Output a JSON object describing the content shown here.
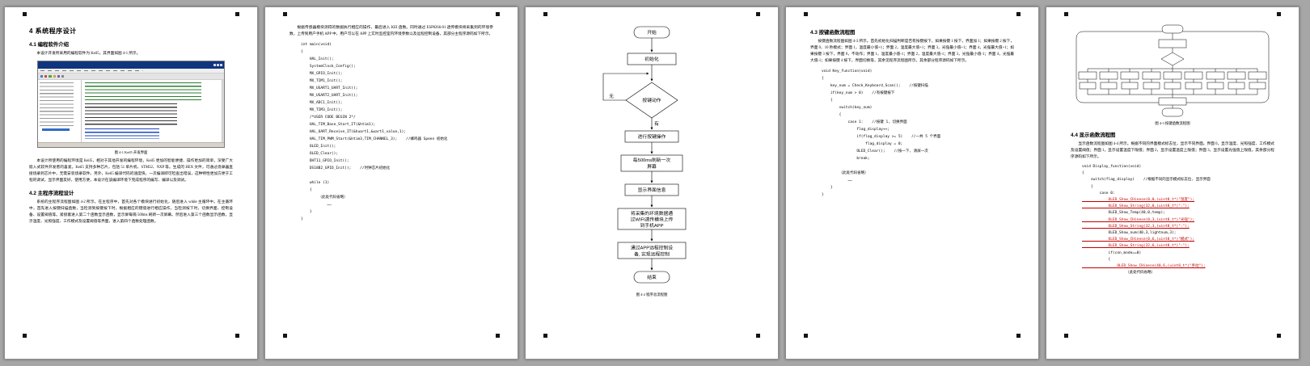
{
  "colors": {
    "page_bg": "#ffffff",
    "desk_bg": "#a6a6a6",
    "keil_titlebar": "#10357f",
    "comment_green": "#2e7d32",
    "code_red": "#c00000"
  },
  "page1": {
    "h1": "4 系统程序设计",
    "h2a": "4.1 编程软件介绍",
    "para1": "本设计开发所采用的编程软件为 Keil5，其界面如图 4-1 所示。",
    "caption": "图 4-1 Keil5 开发界面",
    "para2": "本设计所使用的编程环境是 Keil5，相对于其他开发的编程环境，Keil5 更加的智能便捷、操作更加的简单，深受广大嵌入式软件开发者的喜爱。Keil5 支持多种芯片，包括 51 单片机、STM32、NXP 等。生成的 HEX 文件，可通过烧录器直接烧录到芯片中，无需安装烧录软件。另外，Keil5 编译代码的速度快，一次编译即可检查出错误，这种特性更加方便于工程的调试，显示界面友好，使用方便，本设计在该编译环境下完成程序的编写、编译以及调试。",
    "h2b": "4.2 主程序流程设计",
    "para3": "系统的主程序流程图如图 4-2 所示。在主程序中，首先对各个模块进行初始化，随后进入 while 主循环中。在主循环中，首先进入按键扫描函数，当检测到按键按下时，根据相应的键值进行相应操作，当检测按下时，切换界面、控制设备、设置阈值等。紧接着进入第二个函数显示函数，显示屏每隔 500ms 刷新一次屏幕。然后进入第三个函数显示函数，显示温度、光照强度、工作模式及设置阈值等界面，进入第四个函数处理函数。"
  },
  "page2": {
    "para": "根据传感器模块测得的数据执行相应的操作，最后进入 KEI 函数。同时通过 ESP8266-01 透传模块将采集到的环境参数，上传到用户手机 APP 中，用户可以在 APP 上实时监控室内环境参数以及远程控制设备，其部分主程序源码如下所示。",
    "code": [
      {
        "text": "int main(void)"
      },
      {
        "text": "{"
      },
      {
        "text": "    HAL_Init();"
      },
      {
        "text": "    SystemClock_Config();"
      },
      {
        "text": "    MX_GPIO_Init();"
      },
      {
        "text": "    MX_TIM1_Init();"
      },
      {
        "text": "    MX_USART1_UART_Init();"
      },
      {
        "text": "    MX_USART2_UART_Init();"
      },
      {
        "text": "    MX_ADC1_Init();"
      },
      {
        "text": "    MX_TIM3_Init();"
      },
      {
        "text": "    /*USER CODE BEGIN 2*/"
      },
      {
        "text": "    HAL_TIM_Base_Start_IT(&htim1);"
      },
      {
        "text": "    HAL_UART_Receive_IT(&huart1,&uart1_value,1);"
      },
      {
        "text": "    HAL_TIM_PWM_Start(&htim3,TIM_CHANNEL_3);    //蜂鸣器 Speen 初始化"
      },
      {
        "text": "    OLED_Init();"
      },
      {
        "text": "    OLED_Clear();"
      },
      {
        "text": "    DHT11_GPIO_Init();"
      },
      {
        "text": "    DS18B2_GPIO_Init();    //时钟芯片初始化"
      },
      {
        "text": ""
      },
      {
        "text": "    while (1)"
      },
      {
        "text": "    {"
      },
      {
        "text": "        （此处代码省略）"
      },
      {
        "text": "            ……"
      },
      {
        "text": "    }"
      },
      {
        "text": "}"
      }
    ]
  },
  "page3": {
    "caption": "图 4-2 程序总流程图",
    "nodes": {
      "start": "开始",
      "init": "初始化",
      "decision": "按键动作",
      "no": "无",
      "yes": "有",
      "keyop": "进行按键操作",
      "refresh1": "每500ms刷新一次",
      "refresh2": "屏幕",
      "display": "显示界面信息",
      "upload1": "将采集的环境数据通",
      "upload2": "过WIFI透传模块上传",
      "upload3": "到手机APP",
      "control1": "通过APP远程控制设",
      "control2": "备, 实现远程控制",
      "end": "结束"
    }
  },
  "page4": {
    "h2": "4.3 按键函数流程图",
    "para": "按键函数流程图如图 4-3 所示。首先初始化扫描判断是否有按键按下，如果按键 1 按下，界面加 1；如果按键 2 按下，界面 0、10 秒模式；界面 1，温度最小值+1；界面 2，温度最大值+1；界面 3，光强最小值+1；界面 4，光强最大值+1；如果按键 3 按下，界面 0，不动作；界面 1，温度最小值-1；界面 2，温度最大值-1；界面 3，光强最小值-1；界面 4，光强最大值-1；如果按键 4 按下，界面切换等，其余见程序流程图所示。其余部分程序源码如下所示。",
    "code": [
      {
        "text": "void Key_function(void)"
      },
      {
        "text": "{"
      },
      {
        "text": "    key_num = Check_Keyboard_Scan();    //按键扫描"
      },
      {
        "text": "    if(key_num > 0)    //有按键按下"
      },
      {
        "text": "    {"
      },
      {
        "text": "        switch(key_num)"
      },
      {
        "text": "        {"
      },
      {
        "text": "            case 1:    //按键 1, 切换界面"
      },
      {
        "text": "                flag_display++;"
      },
      {
        "text": "                if(flag_display >= 5)    //一共 5 个界面"
      },
      {
        "text": "                    flag_display = 0;"
      },
      {
        "text": "                OLED_Clear();    //按一下, 清屏一次"
      },
      {
        "text": "                break;"
      },
      {
        "text": ""
      },
      {
        "text": "        （此处代码省略）"
      },
      {
        "text": "            ……"
      },
      {
        "text": "    }"
      },
      {
        "text": "}"
      }
    ]
  },
  "page5": {
    "caption": "图 4-3 按键函数流程图",
    "h2": "4.4 显示函数流程图",
    "para": "显示函数流程图如图 4-4 所示。根据不同的界面模式标志位，显示不同界面。界面 0，显示温度、光照强度、工作模式及设置阈值；界面 1，显示设置温度下限值；界面 2，显示设置温度上限值；界面 3，显示设置光强值上限值。其余部分程序源码如下所示。",
    "code": [
      {
        "text": "void Display_function(void)"
      },
      {
        "text": "{"
      },
      {
        "text": "    switch(flag_display)    //根据不同的显示模式标志位, 显示界面"
      },
      {
        "text": "    {"
      },
      {
        "text": "        case 0:"
      },
      {
        "text": "            OLED_Show_CHinese(0,0,(uint8_t*)\"温度\");",
        "red": true
      },
      {
        "text": "            OLED_Show_String(32,0,(uint8_t*)\":\");",
        "red": true
      },
      {
        "text": "            OLED_Show_Temp(40,0,temp);"
      },
      {
        "text": "            OLED_Show_CHinese(0,3,(uint8_t*)\"光强\");",
        "red": true
      },
      {
        "text": "            OLED_Show_String(32,3,(uint8_t*)\":\");",
        "red": true
      },
      {
        "text": "            OLED_Show_num(40,3,lightnum,3);"
      },
      {
        "text": "            OLED_Show_CHinese(0,6,(uint8_t*)\"模式\");",
        "red": true
      },
      {
        "text": "            OLED_Show_String(32,6,(uint8_t*)\":\");",
        "red": true
      },
      {
        "text": "            if(con_mode==0)"
      },
      {
        "text": "            {"
      },
      {
        "text": "                OLED_Show_CHinese(40,6,(uint8_t*)\"手动\");",
        "red": true
      },
      {
        "text": "                    （此处代码省略）"
      }
    ]
  }
}
